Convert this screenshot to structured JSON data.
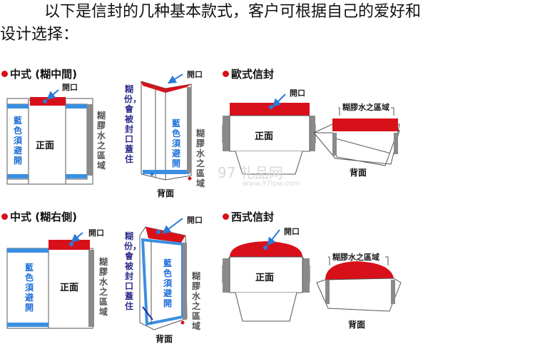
{
  "intro": {
    "line1": "以下是信封的几种基本款式，客户可根据自己的爱好和",
    "line2": "设计选择："
  },
  "sections": {
    "zhongshi_middle": "中式 (糊中間)",
    "oushi": "歐式信封",
    "zhongshi_right": "中式 (糊右側)",
    "xishi": "西式信封"
  },
  "labels": {
    "open": "開口",
    "front": "正面",
    "back": "背面",
    "glue_area": "糊膠水之區域",
    "blue_avoid": "藍色須避開",
    "glue_covered": "糊份，會被封口蓋住"
  },
  "watermark": {
    "text": "97 礼品网",
    "url": "www.97lpw.com"
  },
  "colors": {
    "red": "#d8101a",
    "blue": "#3a8fe0",
    "gray": "#8a8a8a",
    "navy": "#2c2c8c"
  }
}
